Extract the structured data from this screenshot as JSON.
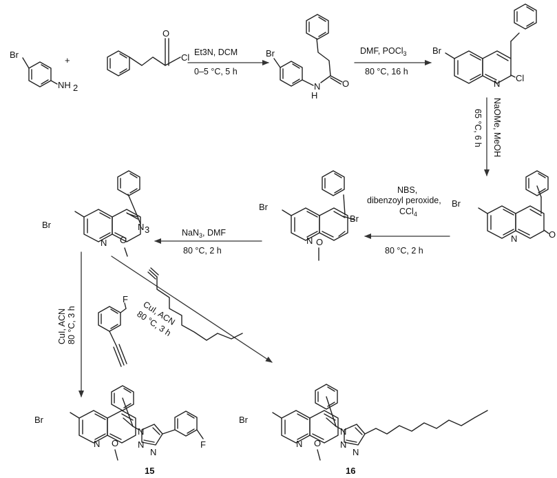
{
  "atoms": {
    "br": "Br",
    "nh2": "NH",
    "nh2_sub": "2",
    "cl": "Cl",
    "o": "O",
    "h": "H",
    "n": "N",
    "n3": "N",
    "n3_sub": "3",
    "f": "F",
    "plus": "+"
  },
  "steps": {
    "step1": {
      "line1": "Et3N, DCM",
      "line2": "0–5 °C, 5 h"
    },
    "step2": {
      "line1_prefix": "DMF, POCl",
      "line1_sub": "3",
      "line2": "80 °C, 16 h"
    },
    "step3": {
      "line1": "NaOMe, MeOH",
      "line2": "65 °C, 6 h"
    },
    "step4": {
      "line1": "NBS,",
      "line2": "dibenzoyl peroxide,",
      "line3_prefix": "CCl",
      "line3_sub": "4",
      "line4": "80 °C, 2 h"
    },
    "step5": {
      "line1_prefix": "NaN",
      "line1_sub": "3",
      "line1_suffix": ", DMF",
      "line2": "80 °C, 2 h"
    },
    "step6": {
      "line1": "CuI, ACN",
      "line2": "80 °C, 3 h"
    },
    "step7": {
      "line1": "CuI, ACN",
      "line2": "80 °C, 3 h"
    }
  },
  "compounds": {
    "c15": "15",
    "c16": "16"
  }
}
